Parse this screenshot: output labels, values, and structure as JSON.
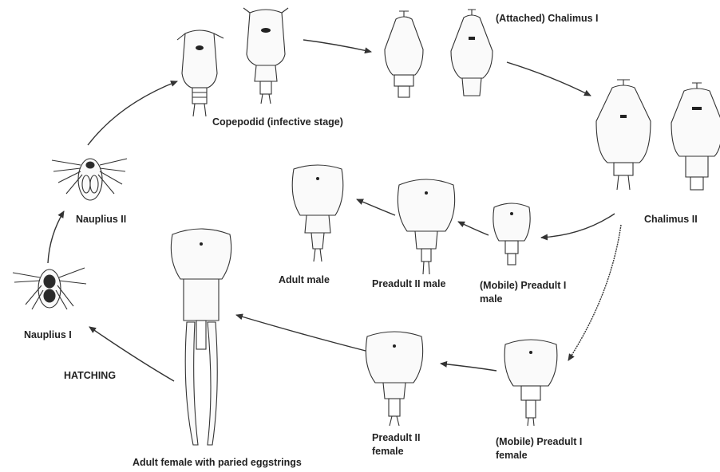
{
  "labels": {
    "copepodid": "Copepodid (infective stage)",
    "chalimus1": "(Attached) Chalimus I",
    "chalimus2": "Chalimus II",
    "nauplius2": "Nauplius II",
    "nauplius1": "Nauplius I",
    "hatching": "HATCHING",
    "adult_male": "Adult male",
    "preadult2_male": "Preadult II male",
    "preadult1_male_line1": "(Mobile) Preadult I",
    "preadult1_male_line2": "male",
    "preadult2_female_line1": "Preadult II",
    "preadult2_female_line2": "female",
    "preadult1_female_line1": "(Mobile) Preadult I",
    "preadult1_female_line2": "female",
    "adult_female": "Adult female with paried eggstrings"
  }
}
